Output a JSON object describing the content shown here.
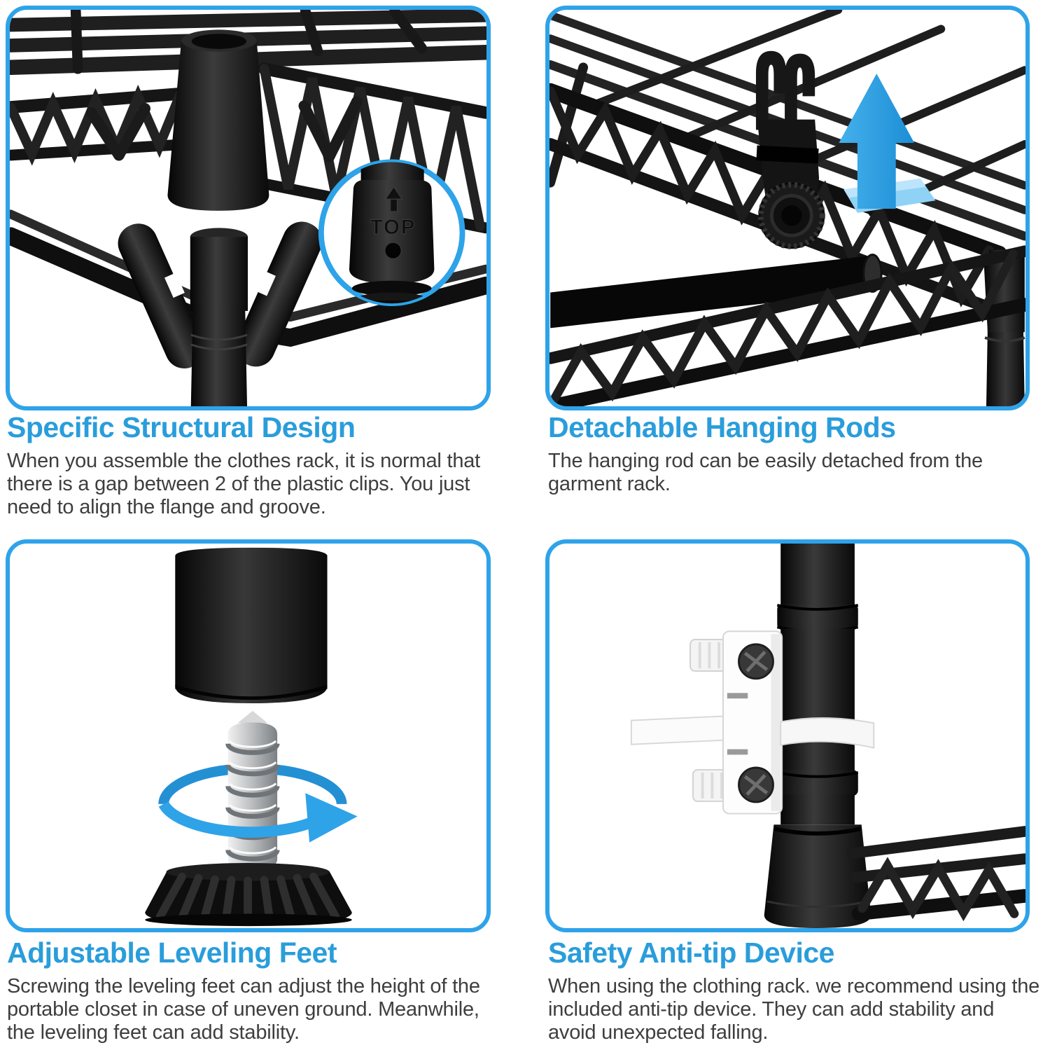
{
  "colors": {
    "panel_border": "#2EA3E9",
    "heading_blue": "#2A9DDB",
    "body_text": "#3E3E3E",
    "arrow_blue": "#2E9FE6",
    "product_black": "#141414",
    "bracket_white": "#F7F7F7"
  },
  "icons": {
    "detach_direction": "up-arrow-icon",
    "rotate_direction": "rotate-arrow-icon",
    "top_marking": "up-arrow-icon"
  },
  "sections": [
    {
      "id": "structural-design",
      "title": "Specific Structural Design",
      "body": "When you assemble the clothes rack, it is normal that there is a gap between 2 of the plastic clips. You just need to align the flange and groove.",
      "inset_label": "TOP"
    },
    {
      "id": "hanging-rods",
      "title": "Detachable Hanging Rods",
      "body": "The hanging rod can be easily detached from the garment rack."
    },
    {
      "id": "leveling-feet",
      "title": "Adjustable Leveling Feet",
      "body": "Screwing the leveling feet can adjust the height of the portable closet in case of uneven ground. Meanwhile, the leveling feet can add stability."
    },
    {
      "id": "anti-tip",
      "title": "Safety Anti-tip Device",
      "body": "When using the clothing rack. we recommend using the included anti-tip device. They can add stability and avoid unexpected falling."
    }
  ]
}
